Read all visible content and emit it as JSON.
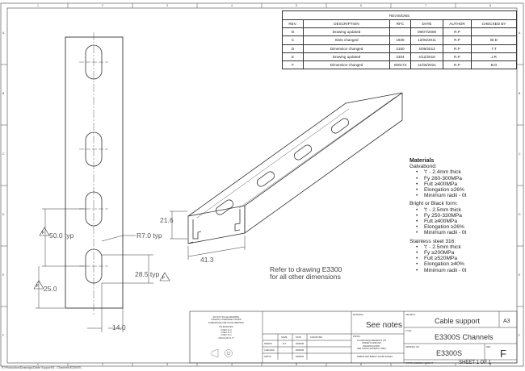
{
  "border": {
    "columns": [
      "1",
      "2",
      "3",
      "4",
      "5",
      "6",
      "7",
      "8"
    ],
    "rows": [
      "A",
      "B",
      "C",
      "D",
      "E",
      "F"
    ]
  },
  "revisions": {
    "title": "REVISIONS",
    "headers": [
      "REV.",
      "DESCRIPTION",
      "RFC",
      "DATE",
      "AUTHOR",
      "CHECKED BY"
    ],
    "rows": [
      [
        "B",
        "Drawing updated",
        "",
        "09/07/2008",
        "R.P",
        ""
      ],
      [
        "C",
        "Slots changed",
        "1925",
        "12/06/2011",
        "R.P",
        "Br.D"
      ],
      [
        "D",
        "Dimension changed",
        "2150",
        "4/09/2013",
        "R.P",
        "T.T"
      ],
      [
        "E",
        "Drawing updated",
        "2304",
        "4/12/2018",
        "R.P",
        "J.R"
      ],
      [
        "F",
        "Dimension changed",
        "000173",
        "11/03/2021",
        "R.P",
        "B.D"
      ]
    ]
  },
  "dimensions": {
    "d50": "50.0 typ",
    "r7": "R7.0 typ",
    "d25": "25.0",
    "d285": "28.5 typ",
    "d14": "14.0",
    "d216": "21.6",
    "d413": "41.3",
    "flag": "F"
  },
  "note": {
    "line1": "Refer to drawing E3300",
    "line2": "for all other dimensions"
  },
  "materials": {
    "heading": "Materials",
    "groups": [
      {
        "name": "Galvabond:",
        "items": [
          "'t' - 2.4mm thick",
          "Fy 260-300MPa",
          "Fult ≥400MPa",
          "Elongation ≥26%",
          "Minimum radii - 0t"
        ]
      },
      {
        "name": "Bright or Black form:",
        "items": [
          "'t' - 2.5mm thick",
          "Fy 250-330MPa",
          "Fult ≥400MPa",
          "Elongation ≥26%",
          "Minimum radii - 0t"
        ]
      },
      {
        "name": "Stainless steel 316:",
        "items": [
          "'t' - 2.5mm thick",
          "Fy ≥200MPa",
          "Fult ≥520MPa",
          "Elongation ≥40%",
          "Minimum radii - 0t"
        ]
      }
    ]
  },
  "titleblock": {
    "notes": [
      "DO NOT SCALE DRAWING",
      "UNLESS OTHERWISE STATED",
      "DIMENSIONS ARE IN MILLIMETRES",
      "TOLERANCES:",
      "0 DEC ±1.0",
      "1 DEC ±1.0",
      "2 DEC ±0.1",
      "ANGULAR ±1.0°"
    ],
    "grid_headers": [
      "NAME",
      "DATE",
      "SIGNATURE"
    ],
    "grid_rows": [
      {
        "label": "DRAWN",
        "name": "R.P",
        "date": "##/##/##"
      },
      {
        "label": "CHECKED",
        "name": "-",
        "date": "##/##/##"
      },
      {
        "label": "APPVD",
        "name": "-",
        "date": "##/##/##"
      }
    ],
    "material_label": "MATERIAL:",
    "material_value": "See notes",
    "finish_label": "FINISH:",
    "finish_lines": [
      "AS PER REQUIREMENTS ON",
      "ORDER FORM AND",
      "DRAWING E3300,",
      "SEE NOTES MATERIAL SPEC"
    ],
    "deburr": "DEBUR AND BREAK SHARP EDGES",
    "project_label": "PROJECT:",
    "project_value": "Cable support",
    "size": "A3",
    "title_label": "TITLE:",
    "title_value": "E3300S Channels",
    "drawing_label": "DRAWING NO.",
    "drawing_value": "E3300S",
    "rev_label": "REV.",
    "rev_value": "F",
    "parts_label": "PARTS/ASSEMBLY WEIGHT:",
    "sheet": "SHEET 1 OF 1"
  },
  "filepath": "R:\\Production\\Drawings\\Cable Support\\D - Channels\\E3300S\\"
}
